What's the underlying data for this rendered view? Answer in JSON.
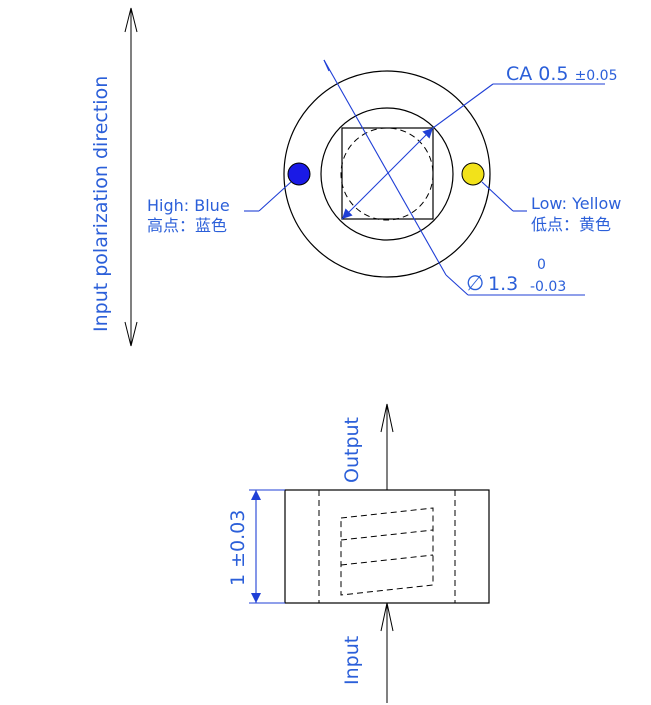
{
  "labels": {
    "polarization": "Input polarization direction",
    "ca_prefix": "CA 0.5",
    "ca_tol": "±0.05",
    "high_en": "High: Blue",
    "high_cn": "高点：蓝色",
    "low_en": "Low: Yellow",
    "low_cn": "低点：黄色",
    "dia_symbol": "∅",
    "dia_value": "1.3",
    "dia_tol_upper": "0",
    "dia_tol_lower": "-0.03",
    "output": "Output",
    "input": "Input",
    "thickness": "1 ±0.03"
  },
  "colors": {
    "dimension_text": "#2b5fd9",
    "high_dot": "#1a1ae6",
    "low_dot": "#f2e21a"
  }
}
